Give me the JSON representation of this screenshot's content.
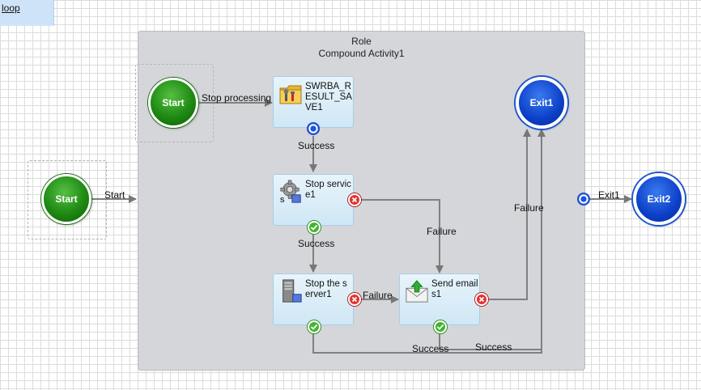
{
  "tab": {
    "label": "loop"
  },
  "compound": {
    "line1": "Role",
    "line2": "Compound Activity1"
  },
  "outer_start": {
    "label": "Start"
  },
  "inner_start": {
    "label": "Start"
  },
  "exit1": {
    "label": "Exit1"
  },
  "exit2": {
    "label": "Exit2"
  },
  "activities": {
    "swrba": {
      "label": "SWRBA_RESULT_SAVE1",
      "icon": "folder-tools-icon"
    },
    "stop_service": {
      "label": "Stop service1",
      "icon": "gear-service-icon"
    },
    "stop_server": {
      "label": "Stop the server1",
      "icon": "server-icon"
    },
    "send_emails": {
      "label": "Send emails1",
      "icon": "envelope-send-icon"
    }
  },
  "edges": {
    "start_outer": "Start",
    "stop_processing": "Stop processing",
    "success1": "Success",
    "success2": "Success",
    "failure_service": "Failure",
    "failure_server": "Failure",
    "failure_email": "Failure",
    "success_server": "Success",
    "success_email": "Success",
    "exit1_edge": "Exit1"
  },
  "colors": {
    "start_green": "#1f8a13",
    "exit_blue": "#0c3fc8",
    "activity_bg": "#d8ecf7",
    "compound_bg": "#d4d6da"
  }
}
